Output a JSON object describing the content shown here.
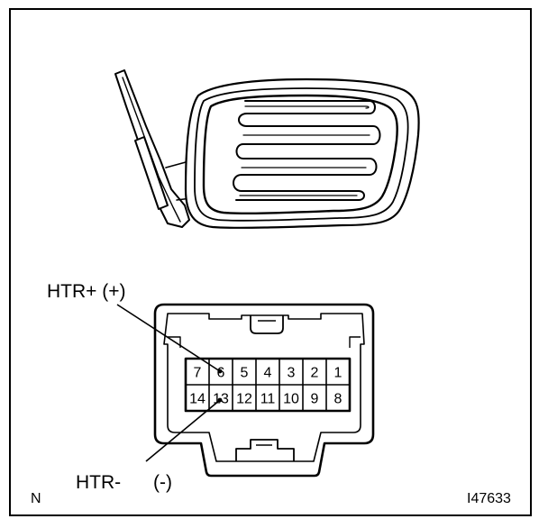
{
  "labels": {
    "htr_plus": "HTR+ (+)",
    "htr_minus": "HTR-",
    "htr_minus_sign": "(-)",
    "corner_left": "N",
    "corner_right": "I47633"
  },
  "connector": {
    "top_row": [
      "7",
      "6",
      "5",
      "4",
      "3",
      "2",
      "1"
    ],
    "bottom_row": [
      "14",
      "13",
      "12",
      "11",
      "10",
      "9",
      "8"
    ]
  },
  "colors": {
    "ink": "#000000",
    "paper": "#ffffff"
  }
}
